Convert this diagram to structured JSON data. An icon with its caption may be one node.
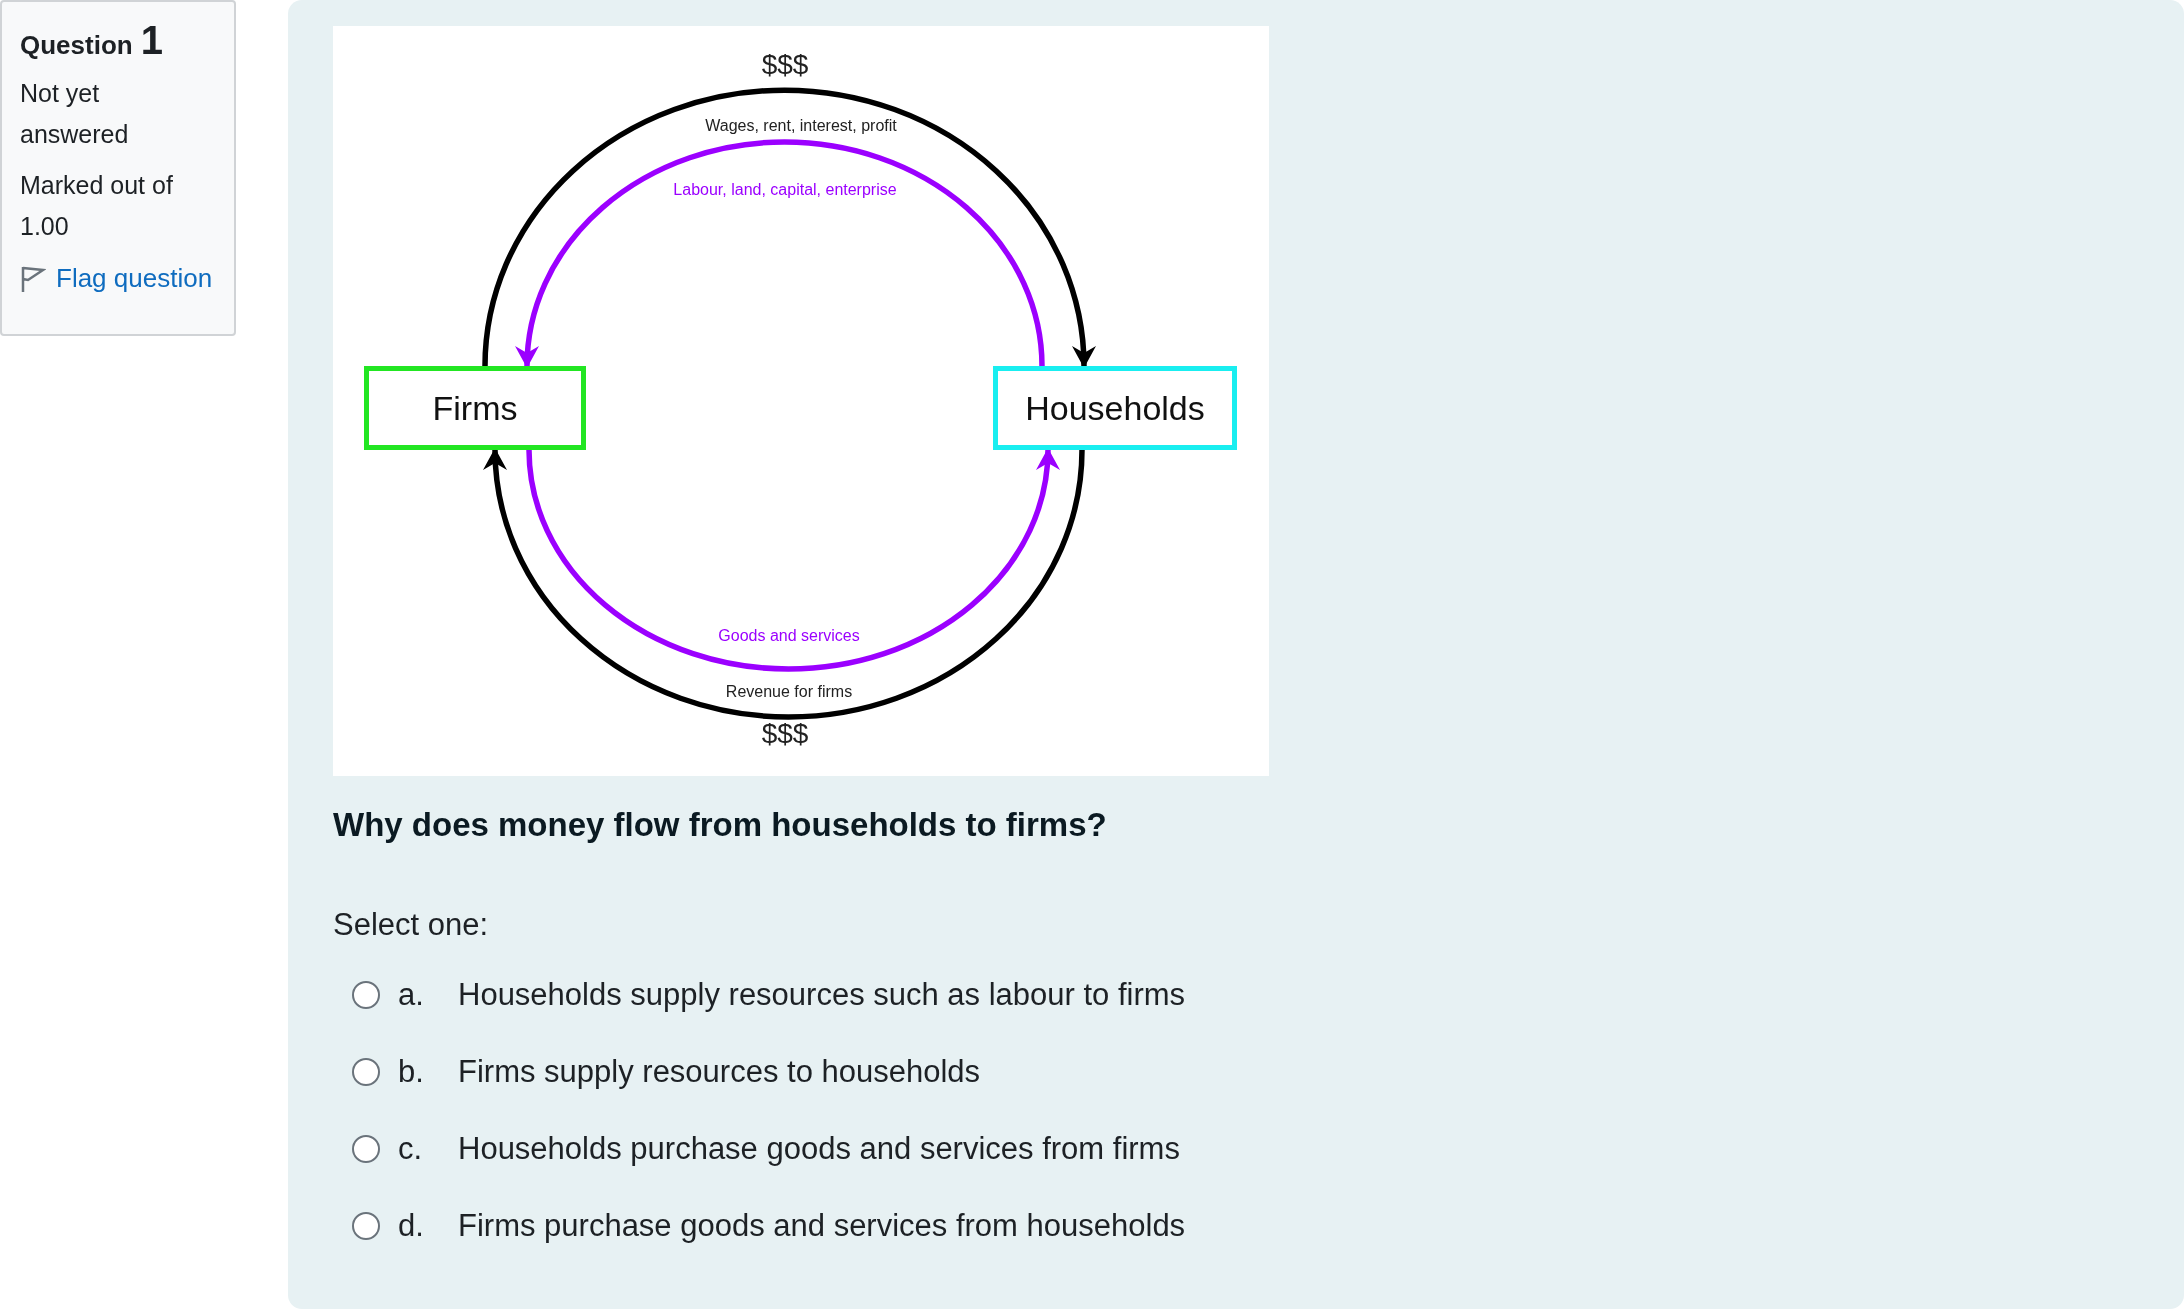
{
  "diagram": {
    "nodes": [
      {
        "text": [
          "Firms"
        ]
      },
      {
        "text": [
          "Households"
        ]
      }
    ],
    "edges": [
      {
        "from": 0,
        "to": 1,
        "arrow": "to",
        "label": "Wages, rent, interest, profit"
      },
      {
        "from": 1,
        "to": 0,
        "arrow": "to",
        "label": "Labour, land, capital, enterprise",
        "color": "#9b00ff"
      },
      {
        "from": 0,
        "to": 1,
        "arrow": "to",
        "label": "Goods and services",
        "color": "#9b00ff"
      },
      {
        "from": 1,
        "to": 0,
        "arrow": "to",
        "label": "Revenue for firms"
      }
    ],
    "labels": [
      "Question",
      "1",
      "Not yet answered",
      "Marked out of 1.00",
      "Flag question",
      "$$$",
      "$$$",
      "Why does money flow from households to firms?",
      "Select one:",
      "a.",
      "Households supply resources such as labour to firms",
      "b.",
      "Firms supply resources to households",
      "c.",
      "Households purchase goods and services from firms",
      "d.",
      "Firms purchase goods and services from households"
    ]
  }
}
